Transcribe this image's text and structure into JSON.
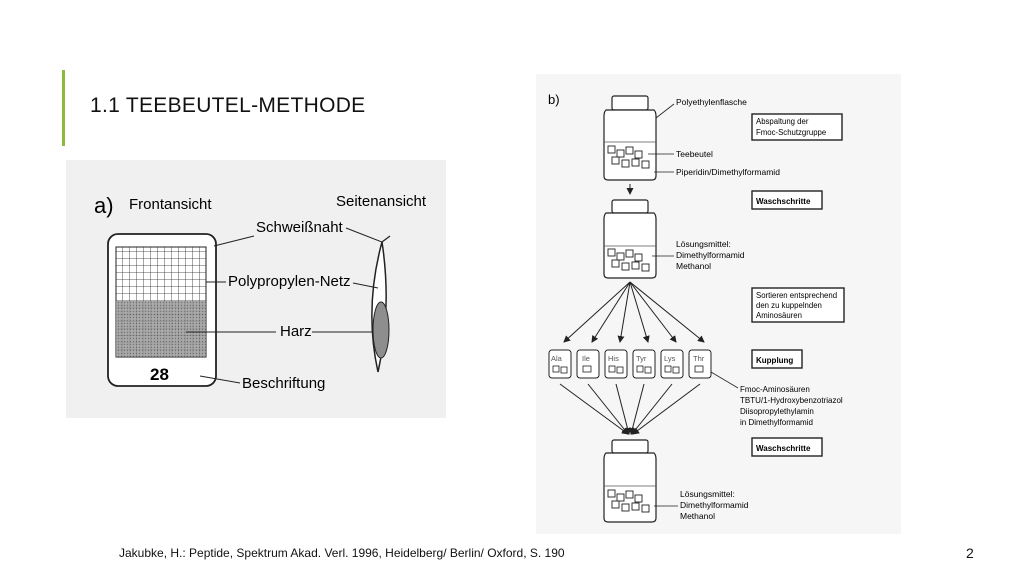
{
  "slide": {
    "title": "1.1 TEEBEUTEL-METHODE",
    "citation": "Jakubke, H.: Peptide, Spektrum Akad. Verl. 1996, Heidelberg/ Berlin/ Oxford, S. 190",
    "page_number": "2",
    "accent_color": "#8cba3a"
  },
  "figure_a": {
    "panel_label": "a)",
    "front_view": "Frontansicht",
    "side_view": "Seitenansicht",
    "bag_number": "28",
    "labels": [
      "Schweißnaht",
      "Polypropylen-Netz",
      "Harz",
      "Beschriftung"
    ]
  },
  "figure_b": {
    "panel_label": "b)",
    "bottle_labels": {
      "bottle1": [
        "Polyethylenflasche",
        "Teebeutel",
        "Piperidin/Dimethylformamid"
      ],
      "bottle2": [
        "Lösungsmittel:",
        "Dimethylformamid",
        "Methanol"
      ],
      "bottle3": [
        "Lösungsmittel:",
        "Dimethylformamid",
        "Methanol"
      ]
    },
    "steps": {
      "deprotection": [
        "Abspaltung der",
        "Fmoc-Schutzgruppe"
      ],
      "wash1": [
        "Waschschritte"
      ],
      "sort": [
        "Sortieren entsprechend",
        "den zu kuppelnden",
        "Aminosäuren"
      ],
      "coupling": [
        "Kupplung"
      ],
      "wash2": [
        "Waschschritte"
      ]
    },
    "amino_acids": [
      "Ala",
      "Ile",
      "His",
      "Tyr",
      "Lys",
      "Thr"
    ],
    "reagents": [
      "Fmoc-Aminosäuren",
      "TBTU/1-Hydroxybenzotriazol",
      "Diisopropylethylamin",
      "in Dimethylformamid"
    ]
  }
}
